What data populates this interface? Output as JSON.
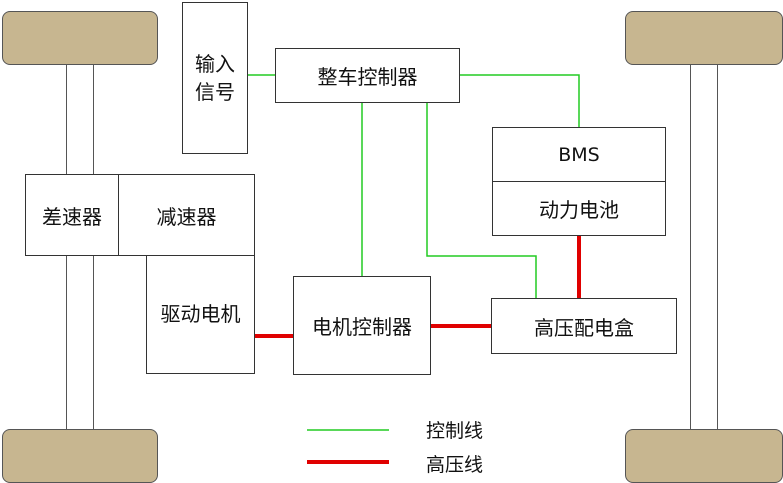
{
  "blocks": {
    "input": [
      "输入",
      "信号"
    ],
    "vcu": "整车控制器",
    "bms": "BMS",
    "battery": "动力电池",
    "differential": "差速器",
    "reducer": "减速器",
    "motor": "驱动电机",
    "mcu": "电机控制器",
    "pdu": "高压配电盒"
  },
  "legend": {
    "control": "控制线",
    "high_voltage": "高压线"
  },
  "colors": {
    "control_line": "#22cc22",
    "high_voltage_line": "#e00000",
    "wheel": "#c7b690"
  }
}
